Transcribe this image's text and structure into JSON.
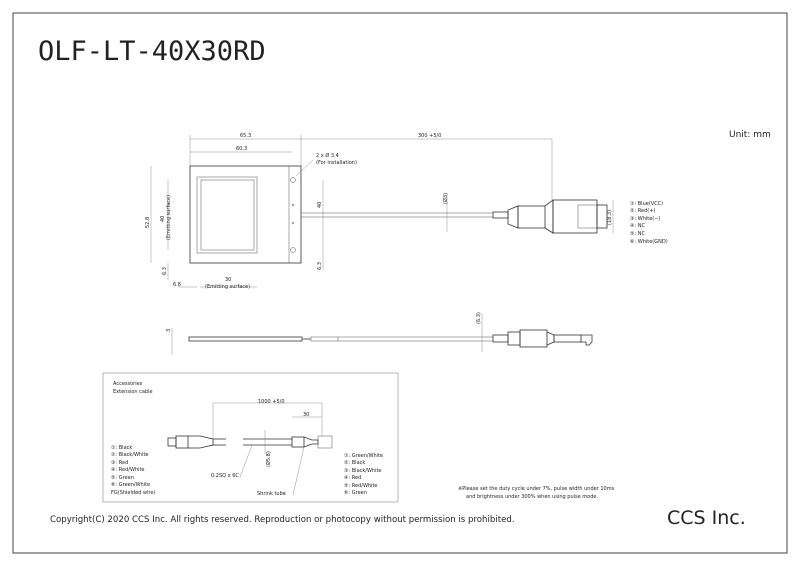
{
  "title": "OLF-LT-40X30RD",
  "unit": "Unit: mm",
  "top_view": {
    "dim_width_outer": "65.3",
    "dim_width_inner": "60.3",
    "dim_cable": "300 +5/0",
    "holes": "2 x Ø 3.4",
    "holes_note": "(For installation)",
    "dim_height": "52.8",
    "dim_emit_h": "40",
    "dim_emit_h_note": "(Emitting surface)",
    "dim_bottom_left": "6.3",
    "dim_left": "6.8",
    "dim_emit_w": "30",
    "dim_emit_w_note": "(Emitting surface)",
    "dim_right": "40",
    "dim_right_bottom": "6.3",
    "dim_cable_dia": "(Ø3)",
    "dim_conn": "(18.3)"
  },
  "pinout": [
    "①: Blue(VCC)",
    "②: Red(+)",
    "③: White(−)",
    "④: NC",
    "⑤: NC",
    "⑥: White(GND)"
  ],
  "side_view": {
    "dim_thickness": "3",
    "dim_conn": "(6.3)"
  },
  "accessories": {
    "heading": "Accessories",
    "subheading": "Extension cable",
    "dim_length": "1000 +5/0",
    "dim_tube": "30",
    "dim_dia": "(Ø5.8)",
    "cable_spec": "0.2SQ x 6C",
    "shrink": "Shrink tube",
    "left_pins": [
      "①: Black",
      "②: Black/White",
      "③: Red",
      "④: Red/White",
      "⑤: Green",
      "⑥: Green/White",
      "FG(Shielded wire)"
    ],
    "right_pins": [
      "①: Green/White",
      "②: Black",
      "③: Black/White",
      "④: Red",
      "⑤: Red/White",
      "⑥: Green"
    ]
  },
  "note_line1": "※Please set the duty cycle under 7%, pulse width under 10ms",
  "note_line2": "and brightness under 300% when using pulse mode.",
  "copyright": "Copyright(C) 2020 CCS Inc. All rights reserved. Reproduction or photocopy without permission is prohibited.",
  "company": "CCS Inc."
}
